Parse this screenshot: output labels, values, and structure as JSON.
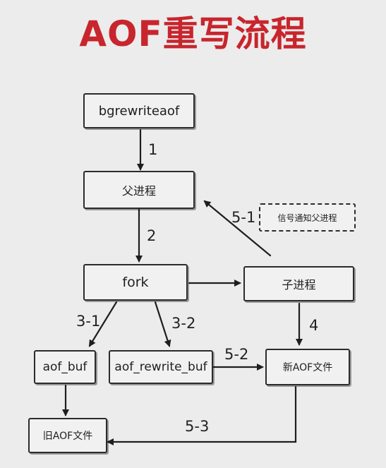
{
  "title": "AOF重写流程",
  "nodes": {
    "bgrewriteaof": "bgrewriteaof",
    "parent": "父进程",
    "fork": "fork",
    "child": "子进程",
    "signal": "信号通知父进程",
    "aof_buf": "aof_buf",
    "aof_rewrite_buf": "aof_rewrite_buf",
    "new_aof": "新AOF文件",
    "old_aof": "旧AOF文件"
  },
  "edges": {
    "e1": "1",
    "e2": "2",
    "e31": "3-1",
    "e32": "3-2",
    "e4": "4",
    "e51": "5-1",
    "e52": "5-2",
    "e53": "5-3"
  }
}
